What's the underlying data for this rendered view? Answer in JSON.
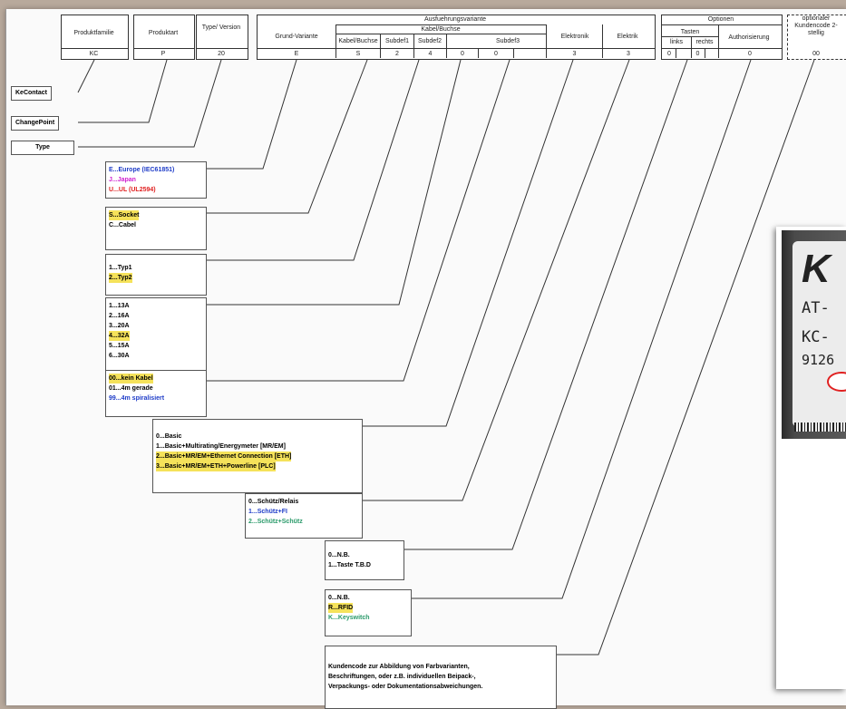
{
  "header": {
    "produktfamilie": "Produktfamilie",
    "produktart": "Produktart",
    "type_version": "Type/ Version",
    "ausfuehrungsvariante": "Ausfuehrungsvariante",
    "grund_variante": "Grund-Variante",
    "kabel_buchse": "Kabel/Buchse",
    "kabel_buchse_sub": "Kabel/Buchse",
    "subdef1": "Subdef1",
    "subdef2": "Subdef2",
    "subdef3": "Subdef3",
    "elektronik": "Elektronik",
    "elektrik": "Elektrik",
    "optionen": "Optionen",
    "tasten": "Tasten",
    "links": "links",
    "rechts": "rechts",
    "authorisierung": "Authorisierung",
    "optionaler_kundencode": "optionaler Kundencode 2-stellig",
    "val_kc": "KC",
    "val_p": "P",
    "val_20": "20",
    "val_e": "E",
    "val_s": "S",
    "val_2": "2",
    "val_4": "4",
    "val_0a": "0",
    "val_0b": "0",
    "val_3": "3",
    "val_3b": "3",
    "val_0c": "0",
    "val_0d": "0",
    "val_0e": "0",
    "val_00": "00"
  },
  "labels": {
    "kecontact": "KeContact",
    "changepoint": "ChangePoint",
    "type": "Type"
  },
  "boxes": {
    "variant": [
      "E...Europe (IEC61851)",
      "J...Japan",
      "U...UL (UL2594)"
    ],
    "socket": [
      "S...Socket",
      "C...Cabel"
    ],
    "typ": [
      "1...Typ1",
      "2...Typ2"
    ],
    "amps": [
      "1...13A",
      "2...16A",
      "3...20A",
      "4...32A",
      "5...15A",
      "6...30A"
    ],
    "cable": [
      "00...kein Kabel",
      "01...4m gerade",
      "99...4m spiralisiert"
    ],
    "electronics": [
      "0...Basic",
      "1...Basic+Multirating/Energymeter [MR/EM]",
      "2...Basic+MR/EM+Ethernet Connection [ETH]",
      "3...Basic+MR/EM+ETH+Powerline [PLC]"
    ],
    "relay": [
      "0...Schütz/Relais",
      "1...Schütz+FI",
      "2...Schütz+Schütz"
    ],
    "tasten": [
      "0...N.B.",
      "1...Taste T.B.D"
    ],
    "auth": [
      "0...N.B.",
      "R...RFID",
      "K...Keyswitch"
    ],
    "kundencode": [
      "Kundencode zur Abbildung von Farbvarianten,",
      "Beschriftungen, oder z.B. individuellen Beipack-,",
      "Verpackungs- oder Dokumentationsabweichungen."
    ]
  },
  "photo": {
    "logo": "K",
    "line1": "AT-",
    "line2": "KC-",
    "line3": "9126"
  },
  "colors": {
    "highlight": "#f5e25a",
    "blue": "#1e3cc8",
    "magenta": "#d020d0",
    "red": "#e02020",
    "green": "#2a9a6a",
    "background": "#b8a99c"
  }
}
